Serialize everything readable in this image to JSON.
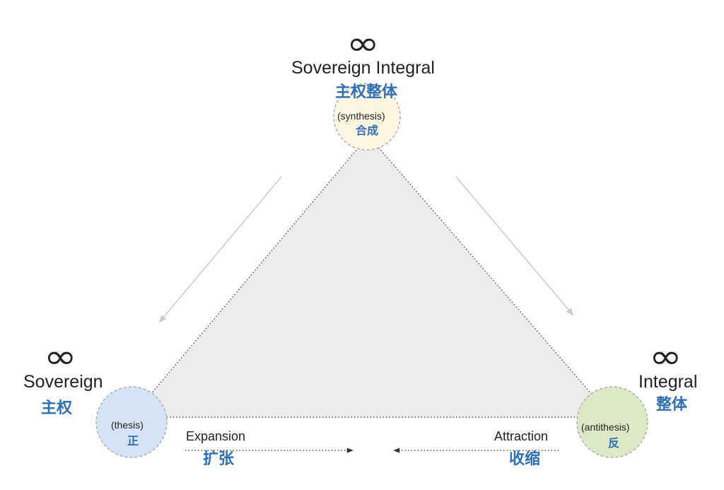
{
  "nodes": {
    "top": {
      "symbol": "∞",
      "title": "Sovereign Integral",
      "title_zh": "主权整体",
      "role": "(synthesis)",
      "role_zh": "合成",
      "fill": "#fdf6e3"
    },
    "left": {
      "symbol": "∞",
      "title": "Sovereign",
      "title_zh": "主权",
      "role": "(thesis)",
      "role_zh": "正",
      "fill": "#d6e2f5"
    },
    "right": {
      "symbol": "∞",
      "title": "Integral",
      "title_zh": "整体",
      "role": "(antithesis)",
      "role_zh": "反",
      "fill": "#dde8c6"
    }
  },
  "flows": {
    "expansion": {
      "label": "Expansion",
      "label_zh": "扩张"
    },
    "attraction": {
      "label": "Attraction",
      "label_zh": "收缩"
    }
  },
  "colors": {
    "triangle_fill": "#ececec",
    "text_blue": "#2f6fb5",
    "dotted_line": "#555555",
    "side_arrow": "#cfcfcf"
  }
}
